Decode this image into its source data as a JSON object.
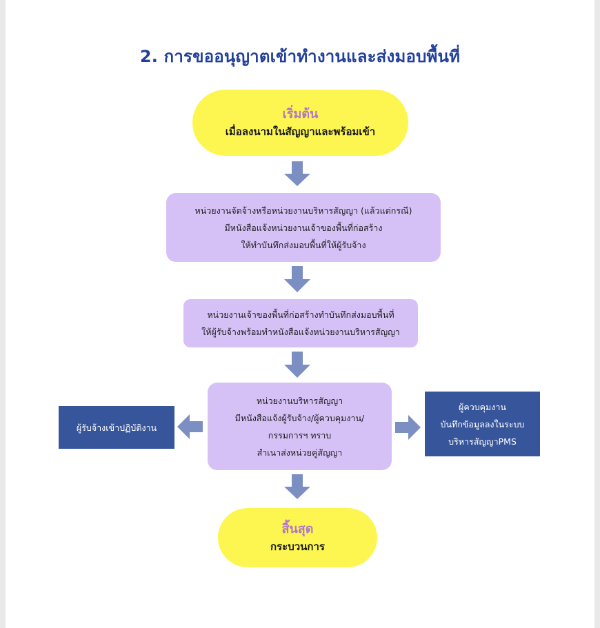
{
  "title": "2. การขออนุญาตเข้าทำงานและส่งมอบพื้นที่",
  "start": {
    "label": "เริ่มต้น",
    "text": "เมื่อลงนามในสัญญาและพร้อมเข้า"
  },
  "step1": {
    "lines": [
      "หน่วยงานจัดจ้างหรือหน่วยงานบริหารสัญญา (แล้วแต่กรณี)",
      "มีหนังสือแจ้งหน่วยงานเจ้าของพื้นที่ก่อสร้าง",
      "ให้ทำบันทึกส่งมอบพื้นที่ให้ผู้รับจ้าง"
    ]
  },
  "step2": {
    "lines": [
      "หน่วยงานเจ้าของพื้นที่ก่อสร้างทำบันทึกส่งมอบพื้นที่",
      "ให้ผู้รับจ้างพร้อมทำหนังสือแจ้งหน่วยงานบริหารสัญญา"
    ]
  },
  "step3": {
    "lines": [
      "หน่วยงานบริหารสัญญา",
      "มีหนังสือแจ้งผู้รับจ้าง/ผู้ควบคุมงาน/",
      "กรรมการฯ ทราบ",
      "สำเนาส่งหน่วยคู่สัญญา"
    ]
  },
  "left_box": {
    "text": "ผู้รับจ้างเข้าปฏิบัติงาน"
  },
  "right_box": {
    "lines": [
      "ผู้ควบคุมงาน",
      "บันทึกข้อมูลลงในระบบ",
      "บริหารสัญญาPMS"
    ]
  },
  "end": {
    "label": "สิ้นสุด",
    "text": "กระบวนการ"
  },
  "colors": {
    "title": "#23409a",
    "pill": "#fdf650",
    "pill_label": "#b177c9",
    "box": "#d6c1f7",
    "navy": "#37559b",
    "arrow": "#7b8fc2"
  }
}
